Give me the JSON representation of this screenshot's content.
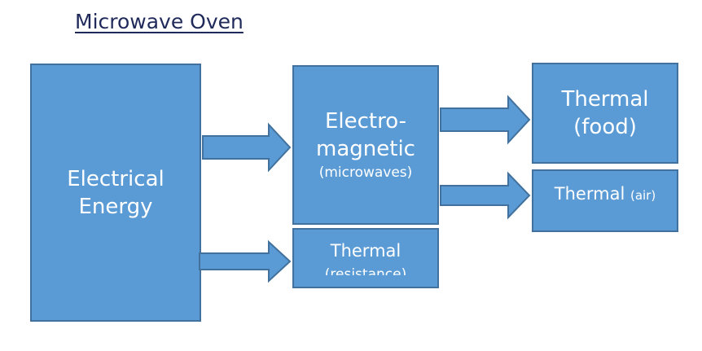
{
  "title": "Microwave Oven",
  "colors": {
    "box_fill": "#5b9bd5",
    "box_border": "#41719c",
    "text": "#ffffff",
    "title": "#1f2a5a"
  },
  "boxes": {
    "electrical": {
      "line1": "Electrical",
      "line2": "Energy"
    },
    "electromagnetic": {
      "line1": "Electro-",
      "line2": "magnetic",
      "line3": "(microwaves)"
    },
    "thermal_resistance": {
      "line1": "Thermal",
      "line2": "(resistance)"
    },
    "thermal_food": {
      "line1": "Thermal",
      "line2": "(food)"
    },
    "thermal_air": {
      "main": "Thermal",
      "sub": "(air)"
    }
  },
  "arrows": [
    {
      "from": "electrical",
      "to": "electromagnetic"
    },
    {
      "from": "electrical",
      "to": "thermal_resistance"
    },
    {
      "from": "electromagnetic",
      "to": "thermal_food"
    },
    {
      "from": "electromagnetic",
      "to": "thermal_air"
    }
  ]
}
